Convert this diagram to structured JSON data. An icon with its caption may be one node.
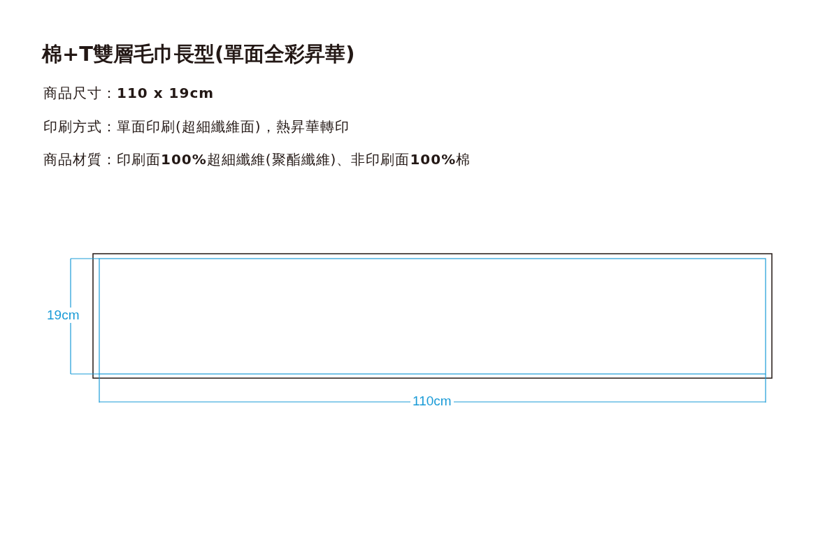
{
  "diagram": {
    "title": "棉+T雙層毛巾長型(單面全彩昇華)",
    "labels": [
      "商品尺寸：**110 x 19cm**",
      "印刷方式：單面印刷(超細纖維面)，熱昇華轉印",
      "商品材質：印刷面**100%**超細纖維(聚酯纖維)、非印刷面**100%**棉",
      "19cm",
      "110cm"
    ]
  }
}
